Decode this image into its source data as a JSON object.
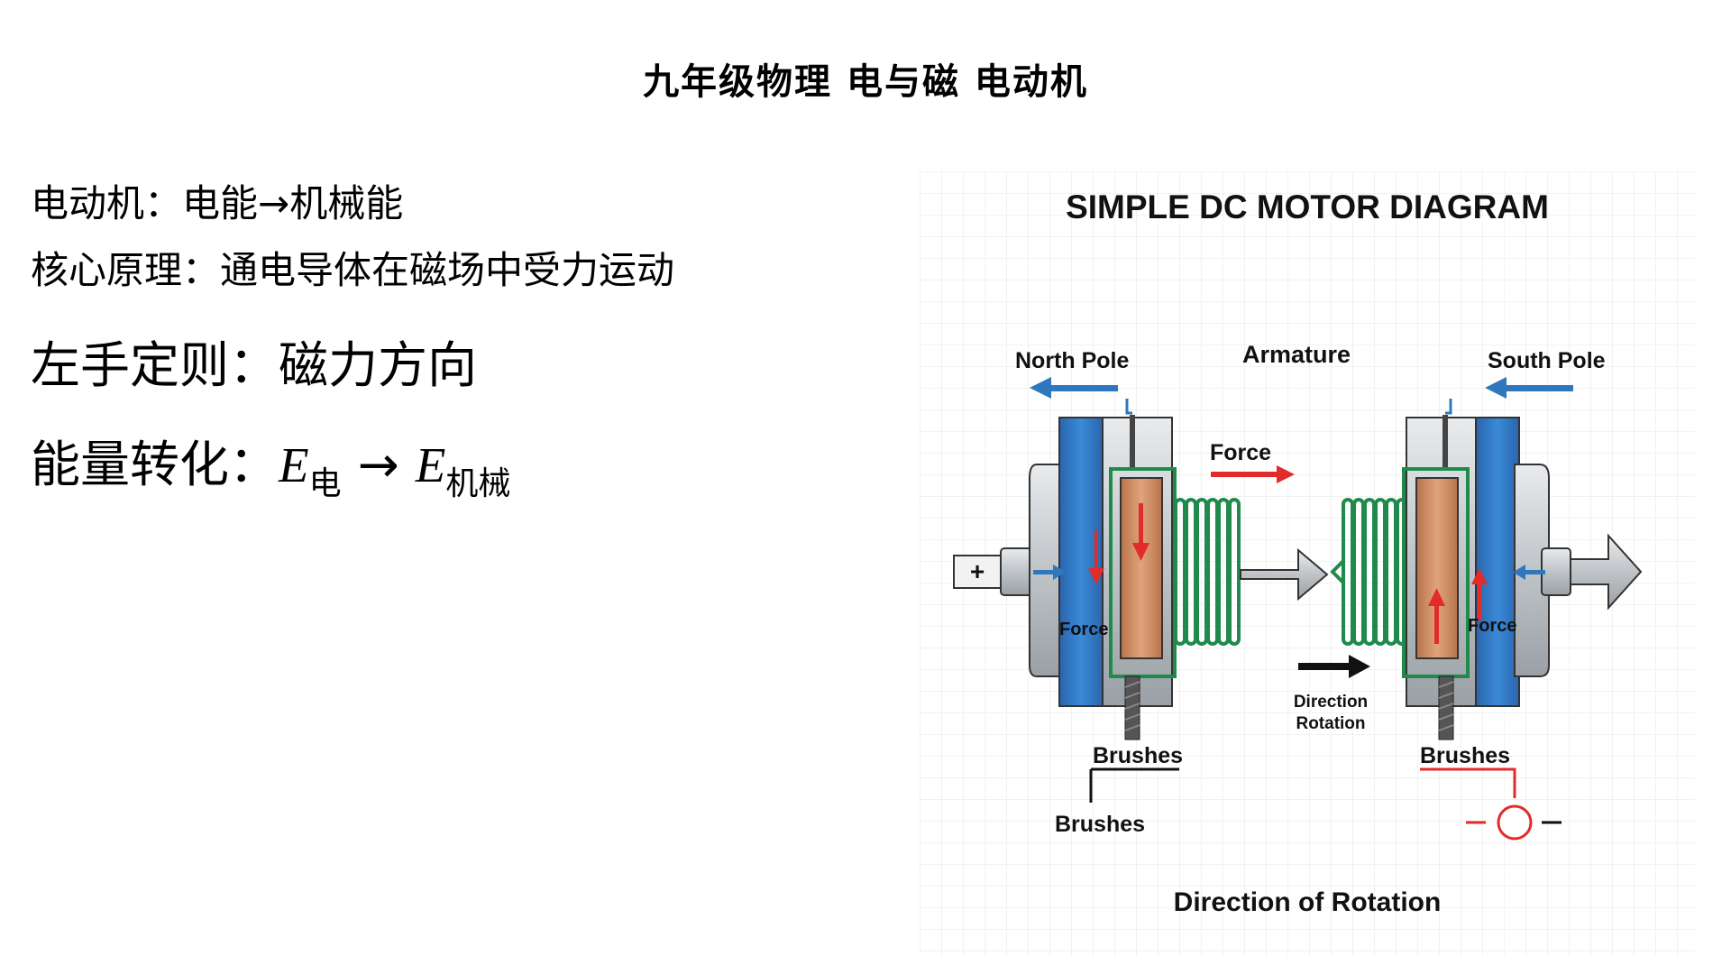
{
  "slide": {
    "title": "九年级物理 电与磁 电动机"
  },
  "content": {
    "line1": "电动机：电能→机械能",
    "line2": "核心原理：通电导体在磁场中受力运动",
    "line3": "左手定则：磁力方向",
    "line4_label": "能量转化：",
    "line4_formula": {
      "e1": "E",
      "sub1": "电",
      "arrow": "→",
      "e2": "E",
      "sub2": "机械"
    }
  },
  "diagram": {
    "title": "SIMPLE DC MOTOR DIAGRAM",
    "labels": {
      "north_pole": "North Pole",
      "armature": "Armature",
      "south_pole": "South Pole",
      "force_top": "Force",
      "force_left": "Force",
      "force_right": "Force",
      "direction_line1": "Direction",
      "direction_line2": "Rotation",
      "brushes_left_top": "Brushes",
      "brushes_right_top": "Brushes",
      "brushes_left_bottom": "Brushes",
      "plus": "+",
      "minus": "−",
      "minus_right": "−",
      "caption": "Direction of Rotation"
    },
    "colors": {
      "magnet_blue": "#2e74c0",
      "coil_green": "#1f8a4c",
      "armature_copper": "#c98a62",
      "force_red": "#e22b2b",
      "pole_arrow_blue": "#2f78bd",
      "body_gray": "#c9cdd1",
      "grid": "#e6e6e6"
    }
  }
}
